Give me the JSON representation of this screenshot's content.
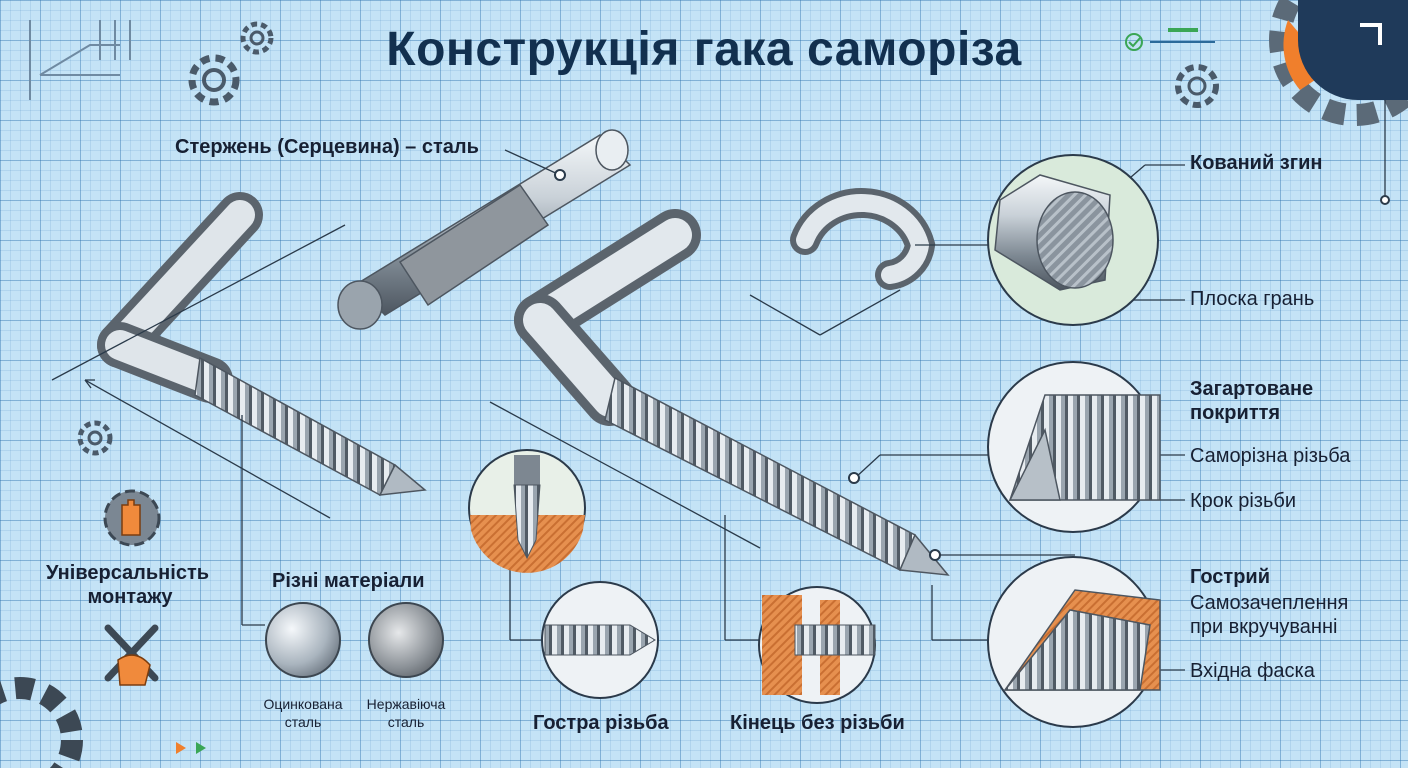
{
  "title": "Конструкція гака самоpiза",
  "labels": {
    "core": "Стержень (Серцевина) – сталь",
    "forged_bend": "Кований згин",
    "flat_face": "Плоска грань",
    "hardened_1": "Загартоване",
    "hardened_2": "покриття",
    "self_tapping_thread": "Саморізна різьба",
    "thread_pitch": "Крок різьби",
    "tip": "Гострий",
    "self_engage_1": "Самозачеплення",
    "self_engage_2": "при вкручуванні",
    "entry_chamfer": "Вхідна фаска",
    "mounting_1": "Універсальність",
    "mounting_2": "монтажу",
    "materials": "Різні матеріали",
    "galvanized_1": "Оцинкована",
    "galvanized_2": "сталь",
    "stainless_1": "Нержавіюча",
    "stainless_2": "сталь",
    "sharp_thread": "Гостра різьба",
    "unthreaded_end": "Кінець без різьби"
  },
  "colors": {
    "title": "#12304f",
    "steel_light": "#e4e9ee",
    "steel_dark": "#5f6a75",
    "copper": "#e38a4c",
    "accent_orange": "#f07f2c",
    "accent_green": "#3aa655"
  }
}
